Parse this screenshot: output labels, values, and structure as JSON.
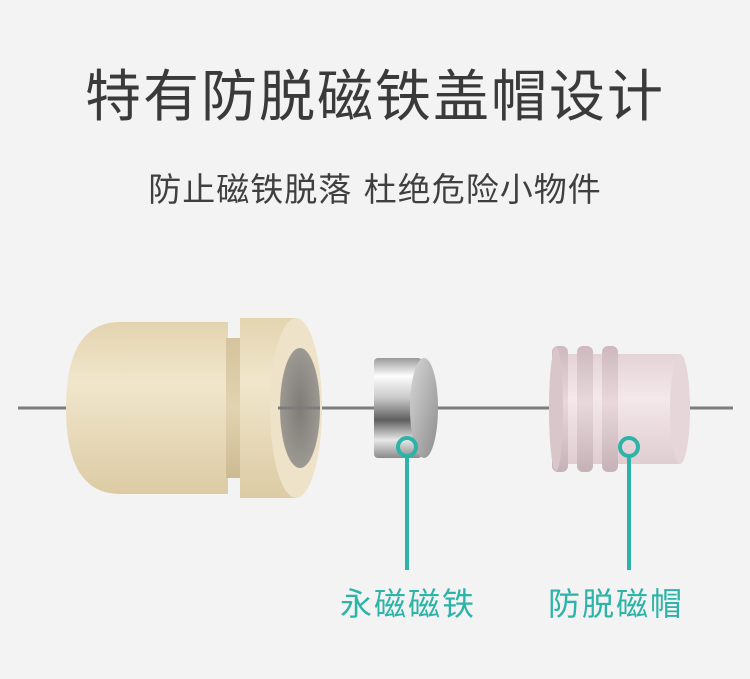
{
  "title": "特有防脱磁铁盖帽设计",
  "subtitle": "防止磁铁脱落 杜绝危险小物件",
  "labels": {
    "magnet": "永磁磁铁",
    "cap": "防脱磁帽"
  },
  "colors": {
    "accent": "#2db3a7",
    "wood": "#e9dcbc",
    "cap": "#eedfe1",
    "line": "#808080"
  }
}
